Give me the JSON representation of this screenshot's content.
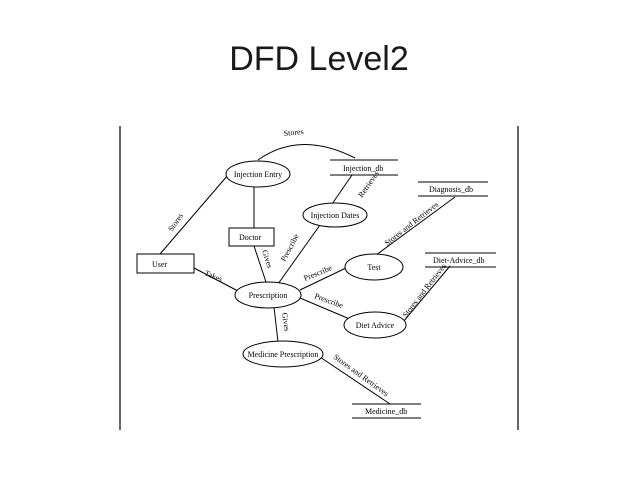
{
  "slide": {
    "title": "DFD Level2"
  },
  "diagram": {
    "entities": {
      "user": "User",
      "doctor": "Doctor"
    },
    "processes": {
      "injection_entry": "Injection Entry",
      "injection_dates": "Injection Dates",
      "test": "Test",
      "prescription": "Prescription",
      "diet_advice": "Diet Advice",
      "medicine_prescription": "Medicine Prescription"
    },
    "stores": {
      "injection_db": "Injection_db",
      "diagnosis_db": "Diagnosis_db",
      "diet_advice_db": "Diet-Advice_db",
      "medicine_db": "Medicine_db"
    },
    "flows": {
      "stores_top": "Stores",
      "stores_user": "Stores",
      "retrieves": "Retrieves",
      "stores_and_retrieves_diag": "Stores and Retrieves",
      "prescribe_dates": "Prescribe",
      "gives_doctor": "Gives",
      "takes": "Takes",
      "prescribe_test": "Prescribe",
      "prescribe_diet": "Prescribe",
      "stores_and_retrieves_diet": "Stores and Retrieves",
      "gives_medicine": "Gives",
      "stores_and_retrieves_med": "Stores and Retrieves"
    }
  }
}
